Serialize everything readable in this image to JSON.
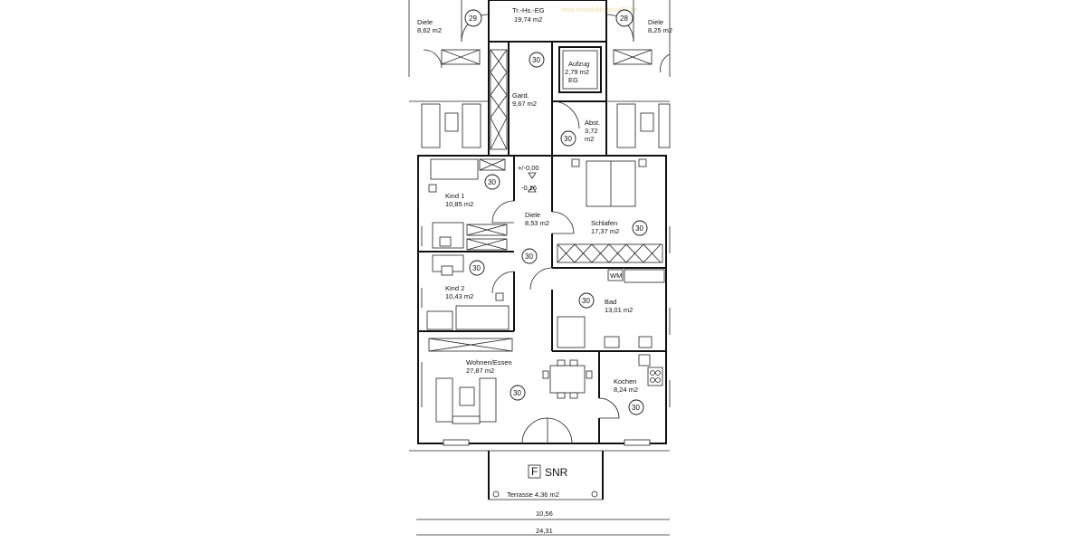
{
  "header": {
    "watermark": "www.immobilienscout24.de"
  },
  "rooms": {
    "diele_left": {
      "name": "Diele",
      "area": "8,62 m2"
    },
    "trhs": {
      "name": "Tr.-Hs.-EG",
      "area": "19,74 m2"
    },
    "diele_right": {
      "name": "Diele",
      "area": "8,25 m2"
    },
    "gard": {
      "name": "Gard.",
      "area": "9,67 m2"
    },
    "aufzug": {
      "name": "Aufzug",
      "area": "2,79 m2",
      "extra": "EG"
    },
    "abst": {
      "name": "Abst.",
      "area1": "3,72",
      "area2": "m2"
    },
    "kind1": {
      "name": "Kind 1",
      "area": "10,85 m2"
    },
    "diele_center": {
      "name": "Diele",
      "area": "8,53 m2"
    },
    "schlafen": {
      "name": "Schlafen",
      "area": "17,37 m2"
    },
    "kind2": {
      "name": "Kind 2",
      "area": "10,43 m2"
    },
    "bad": {
      "name": "Bad",
      "area": "13,01 m2"
    },
    "wohnen": {
      "name": "Wohnen/Essen",
      "area": "27,87 m2"
    },
    "kochen": {
      "name": "Kochen",
      "area": "8,24 m2"
    },
    "terrasse": {
      "name": "Terrasse 4,36 m2"
    }
  },
  "markers": {
    "unit29": "29",
    "unit28": "28",
    "r30": "30"
  },
  "levels": {
    "top": "+/-0,00",
    "bottom": "-0,16"
  },
  "wm": "WM",
  "snr": {
    "letter": "F",
    "text": "SNR"
  },
  "dimensions": {
    "d1": "10,56",
    "d2": "24,31"
  }
}
